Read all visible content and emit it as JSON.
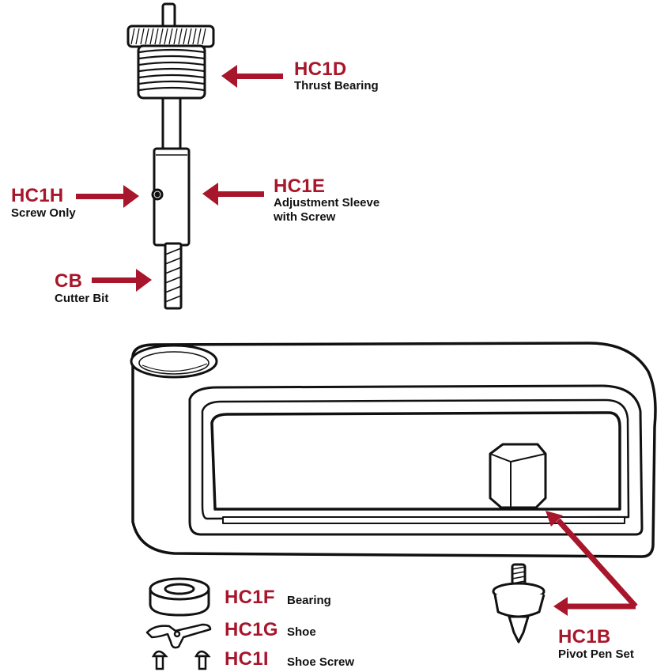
{
  "colors": {
    "accent": "#a8162b",
    "line": "#111111",
    "background": "#ffffff"
  },
  "callouts": {
    "hc1d": {
      "code": "HC1D",
      "desc": "Thrust Bearing"
    },
    "hc1e": {
      "code": "HC1E",
      "desc_line1": "Adjustment Sleeve",
      "desc_line2": "with Screw"
    },
    "hc1h": {
      "code": "HC1H",
      "desc": "Screw Only"
    },
    "cb": {
      "code": "CB",
      "desc": "Cutter Bit"
    },
    "hc1f": {
      "code": "HC1F",
      "desc": "Bearing"
    },
    "hc1g": {
      "code": "HC1G",
      "desc": "Shoe"
    },
    "hc1i": {
      "code": "HC1I",
      "desc": "Shoe Screw"
    },
    "hc1b": {
      "code": "HC1B",
      "desc": "Pivot Pen Set"
    }
  }
}
